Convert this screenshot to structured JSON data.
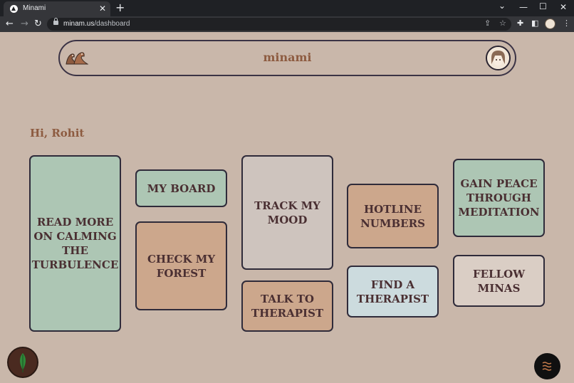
{
  "browser": {
    "tab_title": "Minami",
    "tab_close": "✕",
    "new_tab": "+",
    "window_controls": {
      "menu": "⌄",
      "minimize": "—",
      "maximize": "☐",
      "close": "✕"
    },
    "nav": {
      "back": "←",
      "forward": "→",
      "reload": "↻"
    },
    "url_host": "minam.us",
    "url_path": "/dashboard",
    "icons": [
      "lock-icon",
      "share-icon",
      "star-icon",
      "extensions-icon",
      "sidebar-icon",
      "profile-avatar",
      "menu-icon"
    ]
  },
  "header": {
    "brand": "minami",
    "logo_icon": "wave-icon",
    "avatar_icon": "profile-avatar"
  },
  "greeting": "Hi, Rohit",
  "cards": [
    {
      "id": "read-more",
      "lines": [
        "READ MORE",
        "ON CALMING",
        "THE",
        "TURBULENCE"
      ],
      "color": "#adc6b4"
    },
    {
      "id": "my-board",
      "lines": [
        "MY BOARD"
      ],
      "color": "#adc6b4"
    },
    {
      "id": "check-forest",
      "lines": [
        "CHECK MY",
        "FOREST"
      ],
      "color": "#cca78c"
    },
    {
      "id": "track-mood",
      "lines": [
        "TRACK MY",
        "MOOD"
      ],
      "color": "#cec4be"
    },
    {
      "id": "talk-therapist",
      "lines": [
        "TALK TO",
        "THERAPIST"
      ],
      "color": "#cca78c"
    },
    {
      "id": "hotline",
      "lines": [
        "HOTLINE",
        "NUMBERS"
      ],
      "color": "#cca78c"
    },
    {
      "id": "find-therapist",
      "lines": [
        "FIND A",
        "THERAPIST"
      ],
      "color": "#ccdbde"
    },
    {
      "id": "meditation",
      "lines": [
        "GAIN PEACE",
        "THROUGH",
        "MEDITATION"
      ],
      "color": "#adc6b4"
    },
    {
      "id": "fellow-minas",
      "lines": [
        "FELLOW",
        "MINAS"
      ],
      "color": "#dacec5"
    }
  ],
  "fabs": {
    "left_icon": "leaf-icon",
    "right_icon": "wave-icon"
  },
  "colors": {
    "background": "#c9b7aa",
    "accent": "#8d5b40",
    "border": "#2f2b3a",
    "card_text": "#4a2f32"
  }
}
